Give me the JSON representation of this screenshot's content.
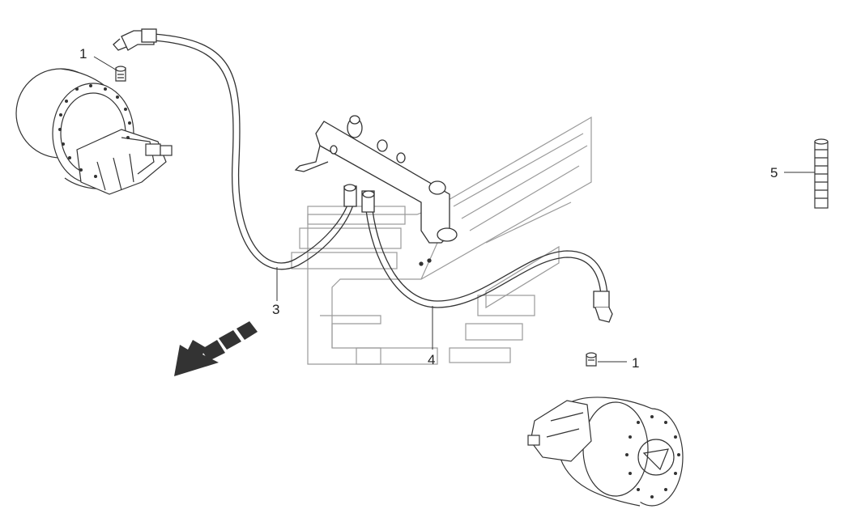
{
  "callouts": {
    "item_1_top": "1",
    "item_1_bottom": "1",
    "item_3": "3",
    "item_4": "4",
    "item_5": "5"
  },
  "colors": {
    "line": "#333333",
    "ghost": "#9a9a9a",
    "paper": "#ffffff"
  }
}
